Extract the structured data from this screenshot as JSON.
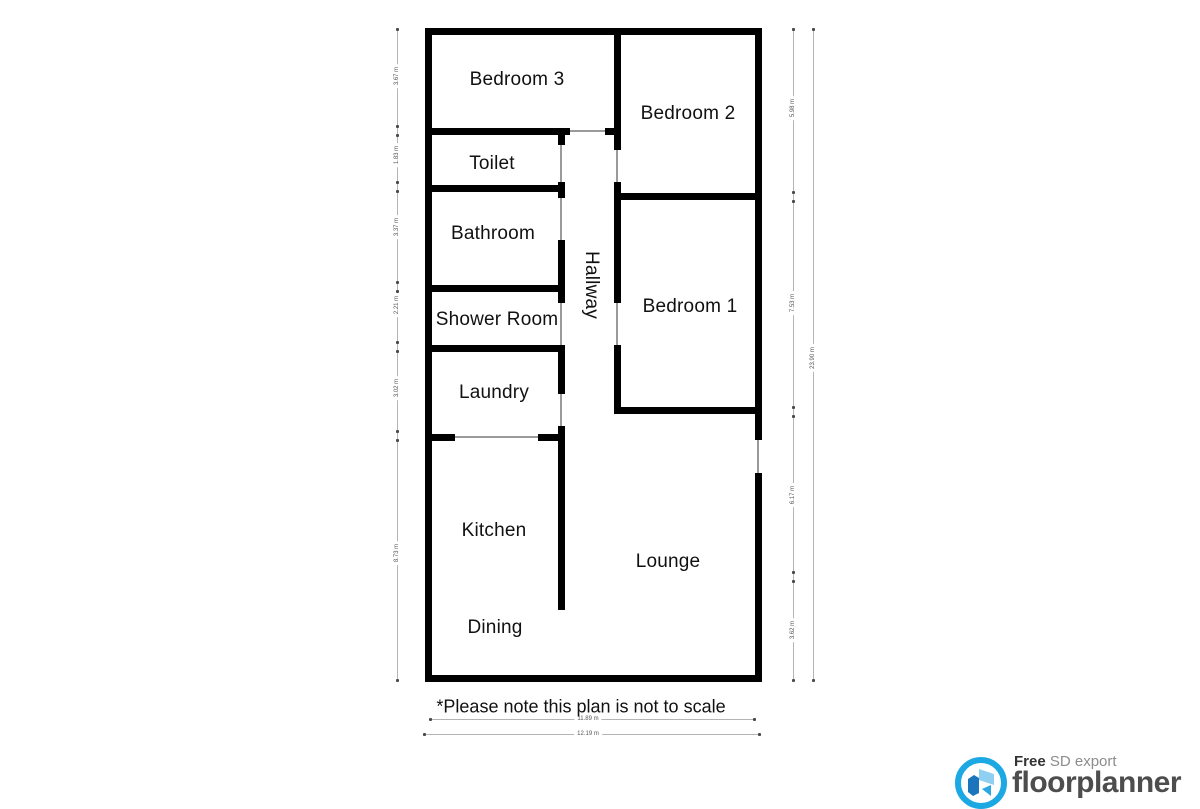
{
  "rooms": {
    "bedroom3": "Bedroom 3",
    "bedroom2": "Bedroom 2",
    "toilet": "Toilet",
    "bathroom": "Bathroom",
    "shower": "Shower Room",
    "laundry": "Laundry",
    "hallway": "Hallway",
    "bedroom1": "Bedroom 1",
    "kitchen": "Kitchen",
    "lounge": "Lounge",
    "dining": "Dining"
  },
  "dimensions": {
    "left": [
      "3.67 m",
      "1.83 m",
      "3.37 m",
      "2.21 m",
      "3.02 m",
      "8.73 m"
    ],
    "right": [
      "5.98 m",
      "7.53 m",
      "6.17 m",
      "3.62 m"
    ],
    "right_total": "23.90 m",
    "bottom_inner": "11.89 m",
    "bottom_outer": "12.19 m"
  },
  "note": "*Please note this plan is not to scale",
  "branding": {
    "free": "Free",
    "export_type": "SD export",
    "name": "floorplanner"
  },
  "colors": {
    "wall": "#000000",
    "door_opening": "#9a9a9a",
    "dimension_line": "#b4b4b4",
    "dimension_text": "#555555",
    "brand_blue": "#1ca8e3",
    "brand_gray": "#4d4d4d"
  }
}
